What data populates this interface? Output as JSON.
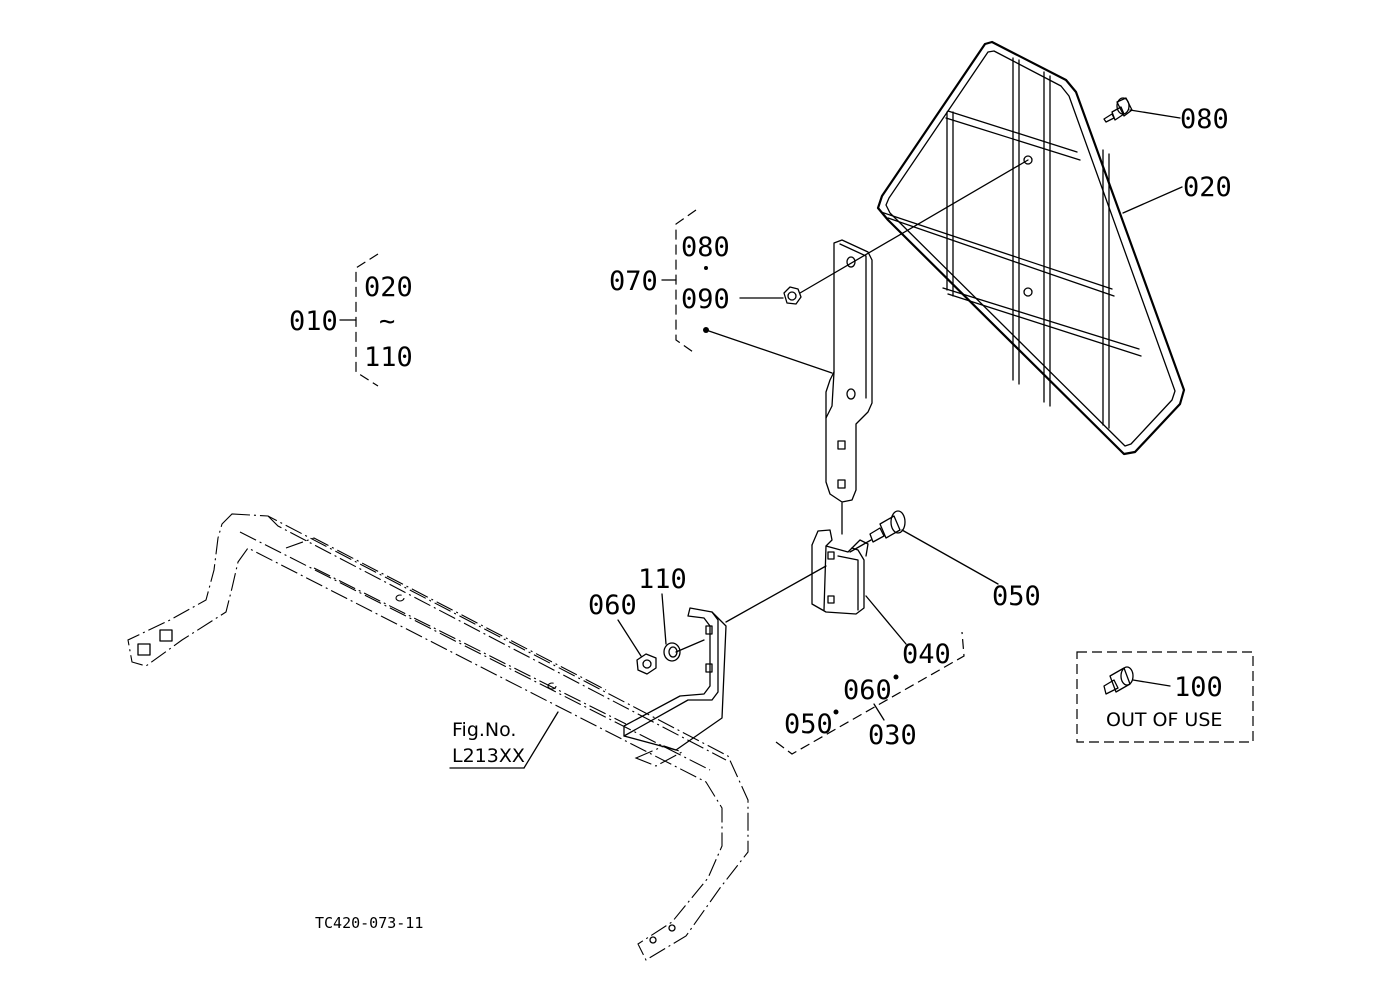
{
  "callouts": {
    "c010": "010",
    "c020_range_start": "020",
    "c110_range_end": "110",
    "range_tilde": "~",
    "c070": "070",
    "c070_080": "080",
    "c070_090": "090",
    "c080": "080",
    "c020": "020",
    "c090": "090",
    "c050": "050",
    "c040": "040",
    "c060": "060",
    "c110": "110",
    "c030_050": "050",
    "c030_060": "060",
    "c030": "030",
    "c100": "100"
  },
  "fig_ref": {
    "line1": "Fig.No.",
    "line2": "L213XX"
  },
  "out_of_use": "OUT OF USE",
  "drawing_id": "TC420-073-11"
}
